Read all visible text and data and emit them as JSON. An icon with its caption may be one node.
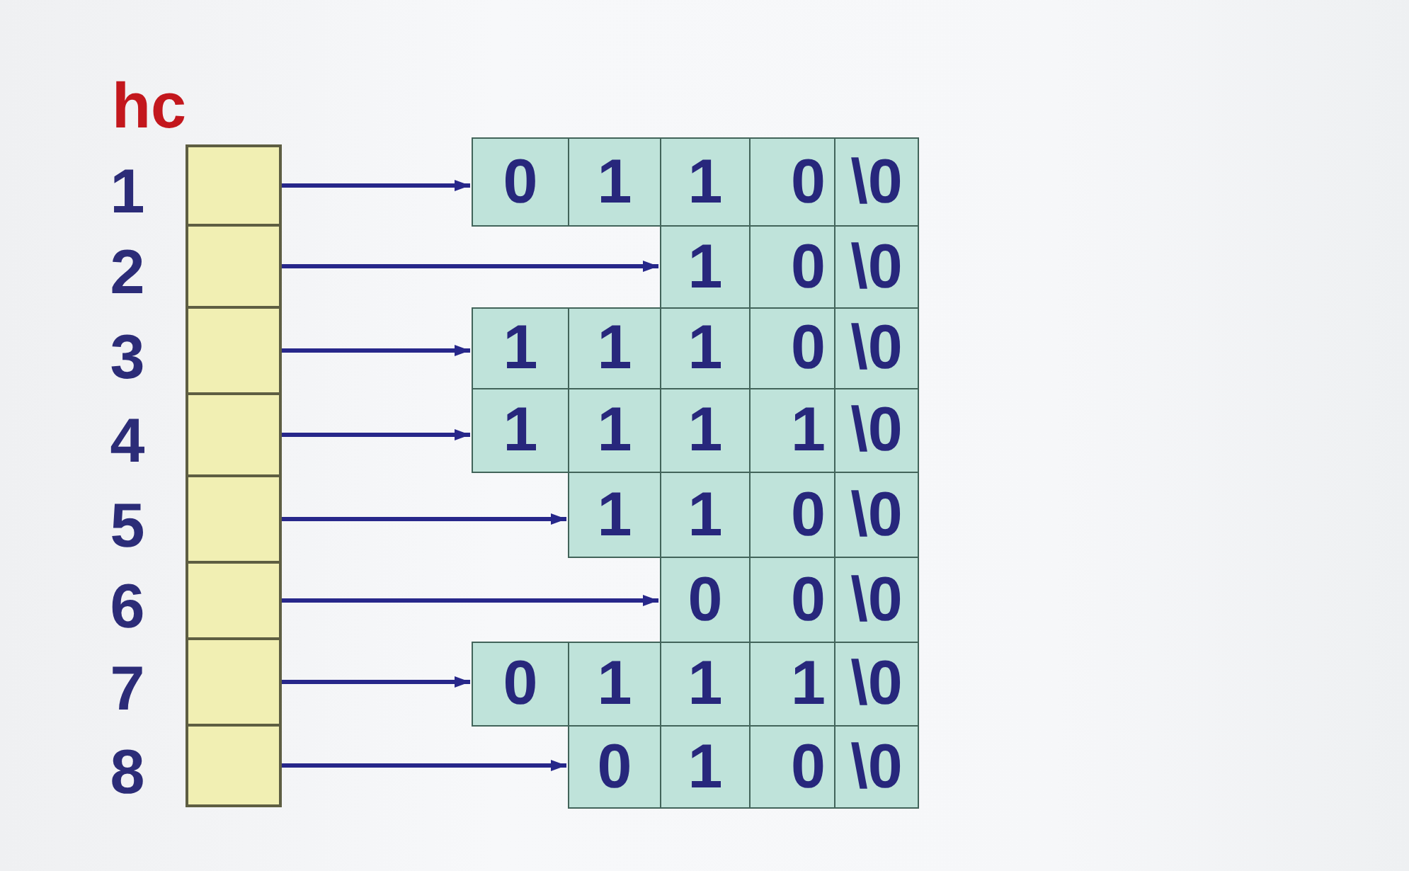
{
  "diagram": {
    "nodes": [
      {
        "text": [],
        "shape": "box",
        "beside": [
          "1"
        ]
      },
      {
        "text": [],
        "shape": "box",
        "beside": [
          "2"
        ]
      },
      {
        "text": [],
        "shape": "box",
        "beside": [
          "3"
        ]
      },
      {
        "text": [],
        "shape": "box",
        "beside": [
          "4"
        ]
      },
      {
        "text": [],
        "shape": "box",
        "beside": [
          "5"
        ]
      },
      {
        "text": [],
        "shape": "box",
        "beside": [
          "6"
        ]
      },
      {
        "text": [],
        "shape": "box",
        "beside": [
          "7"
        ]
      },
      {
        "text": [],
        "shape": "box",
        "beside": [
          "8"
        ]
      },
      {
        "text": [
          "0"
        ]
      },
      {
        "text": [
          "1"
        ]
      },
      {
        "text": [
          "1"
        ]
      },
      {
        "text": [
          "0"
        ]
      },
      {
        "text": [
          "\\0"
        ]
      },
      {
        "text": [
          "1"
        ]
      },
      {
        "text": [
          "0"
        ]
      },
      {
        "text": [
          "\\0"
        ]
      },
      {
        "text": [
          "1"
        ]
      },
      {
        "text": [
          "1"
        ]
      },
      {
        "text": [
          "1"
        ]
      },
      {
        "text": [
          "0"
        ]
      },
      {
        "text": [
          "\\0"
        ]
      },
      {
        "text": [
          "1"
        ]
      },
      {
        "text": [
          "1"
        ]
      },
      {
        "text": [
          "1"
        ]
      },
      {
        "text": [
          "1"
        ]
      },
      {
        "text": [
          "\\0"
        ]
      },
      {
        "text": [
          "1"
        ]
      },
      {
        "text": [
          "1"
        ]
      },
      {
        "text": [
          "0"
        ]
      },
      {
        "text": [
          "\\0"
        ]
      },
      {
        "text": [
          "0"
        ]
      },
      {
        "text": [
          "0"
        ]
      },
      {
        "text": [
          "\\0"
        ]
      },
      {
        "text": [
          "0"
        ]
      },
      {
        "text": [
          "1"
        ]
      },
      {
        "text": [
          "1"
        ]
      },
      {
        "text": [
          "1"
        ]
      },
      {
        "text": [
          "\\0"
        ]
      },
      {
        "text": [
          "0"
        ]
      },
      {
        "text": [
          "1"
        ]
      },
      {
        "text": [
          "0"
        ]
      },
      {
        "text": [
          "\\0"
        ]
      }
    ],
    "edges": [
      {
        "from": 0,
        "to": 8,
        "arrow": "to"
      },
      {
        "from": 1,
        "to": 13,
        "arrow": "to"
      },
      {
        "from": 2,
        "to": 16,
        "arrow": "to"
      },
      {
        "from": 3,
        "to": 21,
        "arrow": "to"
      },
      {
        "from": 4,
        "to": 26,
        "arrow": "to"
      },
      {
        "from": 5,
        "to": 30,
        "arrow": "to"
      },
      {
        "from": 6,
        "to": 33,
        "arrow": "to"
      },
      {
        "from": 7,
        "to": 38,
        "arrow": "to"
      }
    ],
    "labels": [
      "hc"
    ]
  }
}
